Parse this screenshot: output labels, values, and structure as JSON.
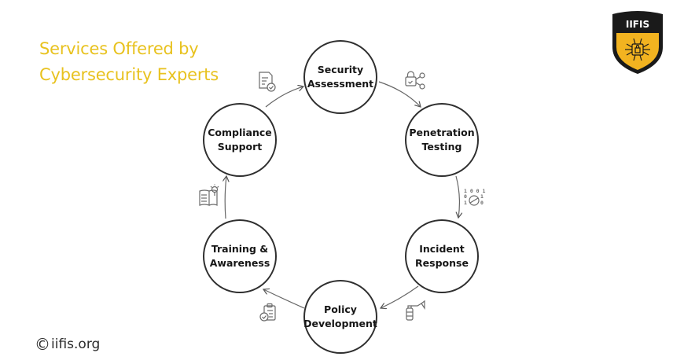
{
  "title": {
    "line1": "Services Offered by",
    "line2": "Cybersecurity Experts",
    "color": "#e8c21f"
  },
  "logo": {
    "text": "IIFIS",
    "shield_dark": "#1a1a1a",
    "shield_gold": "#f2b320",
    "icon": "circuit-lock-icon"
  },
  "footer": {
    "copyright_symbol": "©",
    "site": "iifis.org"
  },
  "diagram": {
    "type": "cycle",
    "stroke_color": "#2f2f2f",
    "nodes": [
      {
        "label": "Security\nAssessment",
        "icon": "lock-share-icon"
      },
      {
        "label": "Penetration\nTesting",
        "icon": "binary-bug-icon"
      },
      {
        "label": "Incident\nResponse",
        "icon": "fire-extinguisher-icon"
      },
      {
        "label": "Policy\nDevelopment",
        "icon": "clipboard-check-icon"
      },
      {
        "label": "Training &\nAwareness",
        "icon": "book-lightbulb-icon"
      },
      {
        "label": "Compliance\nSupport",
        "icon": "document-check-icon"
      }
    ],
    "flow": [
      "Security Assessment",
      "Penetration Testing",
      "Incident Response",
      "Policy Development",
      "Training & Awareness",
      "Compliance Support",
      "Security Assessment"
    ]
  }
}
